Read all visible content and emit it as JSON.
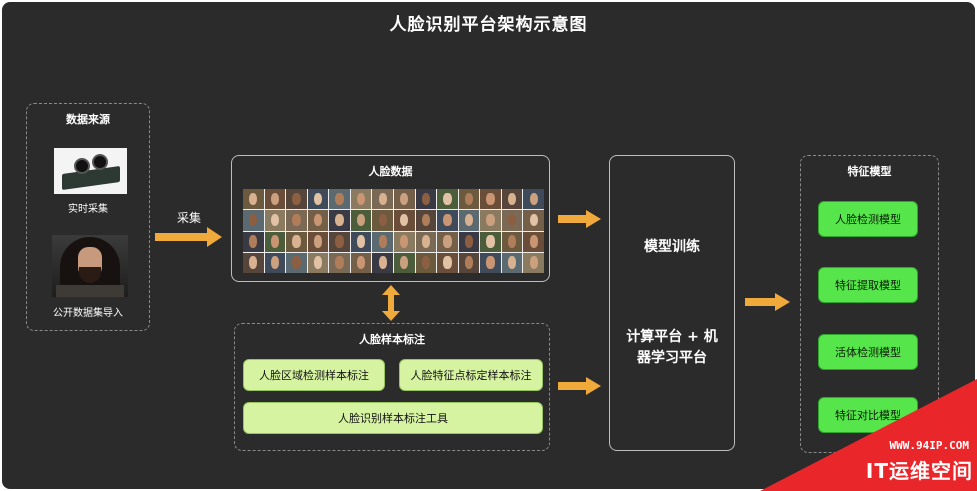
{
  "title": "人脸识别平台架构示意图",
  "data_source": {
    "title": "数据来源",
    "camera_caption": "实时采集",
    "dataset_caption": "公开数据集导入"
  },
  "collect_label": "采集",
  "face_data": {
    "title": "人脸数据"
  },
  "annotation": {
    "title": "人脸样本标注",
    "buttons": [
      "人脸区域检测样本标注",
      "人脸特征点标定样本标注"
    ],
    "tool": "人脸识别样本标注工具"
  },
  "training": {
    "title": "模型训练",
    "platform_line1": "计算平台 + 机",
    "platform_line2": "器学习平台"
  },
  "models": {
    "title": "特征模型",
    "items": [
      "人脸检测模型",
      "特征提取模型",
      "活体检测模型",
      "特征对比模型"
    ]
  },
  "watermark": {
    "url": "WWW.94IP.COM",
    "text": "IT运维空间"
  },
  "colors": {
    "background": "#2b2b2c",
    "arrow": "#f0a93b",
    "light_green": "#d6f3a2",
    "bright_green": "#56e54a",
    "watermark_red": "#e9272b"
  }
}
